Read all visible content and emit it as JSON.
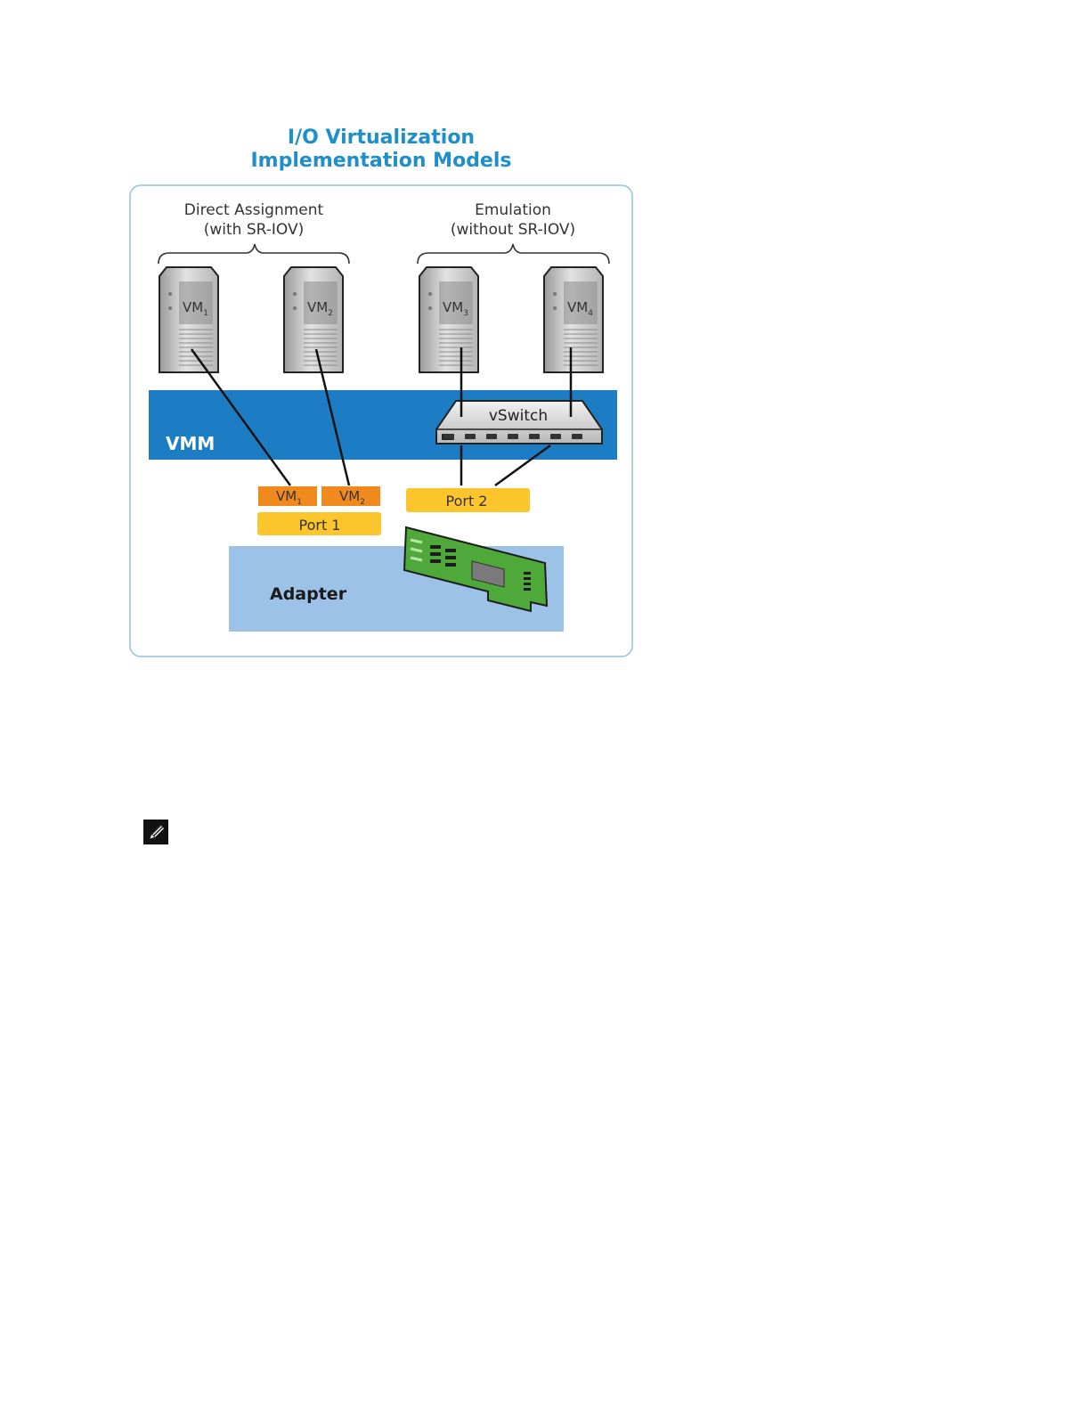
{
  "diagram": {
    "title_line1": "I/O Virtualization",
    "title_line2": "Implementation Models",
    "direct": {
      "line1": "Direct Assignment",
      "line2": "(with SR-IOV)"
    },
    "emulation": {
      "line1": "Emulation",
      "line2": "(without SR-IOV)"
    },
    "vms": [
      {
        "base": "VM",
        "sub": "1"
      },
      {
        "base": "VM",
        "sub": "2"
      },
      {
        "base": "VM",
        "sub": "3"
      },
      {
        "base": "VM",
        "sub": "4"
      }
    ],
    "vmm_label": "VMM",
    "vswitch_label": "vSwitch",
    "port1_label": "Port 1",
    "port2_label": "Port 2",
    "vf": [
      {
        "base": "VM",
        "sub": "1"
      },
      {
        "base": "VM",
        "sub": "2"
      }
    ],
    "adapter_label": "Adapter",
    "colors": {
      "title": "#1f8fc9",
      "vmm_band": "#1c7dc4",
      "adapter_box": "#9cc2e8",
      "port": "#fcc52c",
      "vf": "#f08a1d",
      "nic": "#4fa83a",
      "frame_border": "#8ec5dd"
    }
  },
  "note": {
    "icon": "pencil-note-icon"
  }
}
